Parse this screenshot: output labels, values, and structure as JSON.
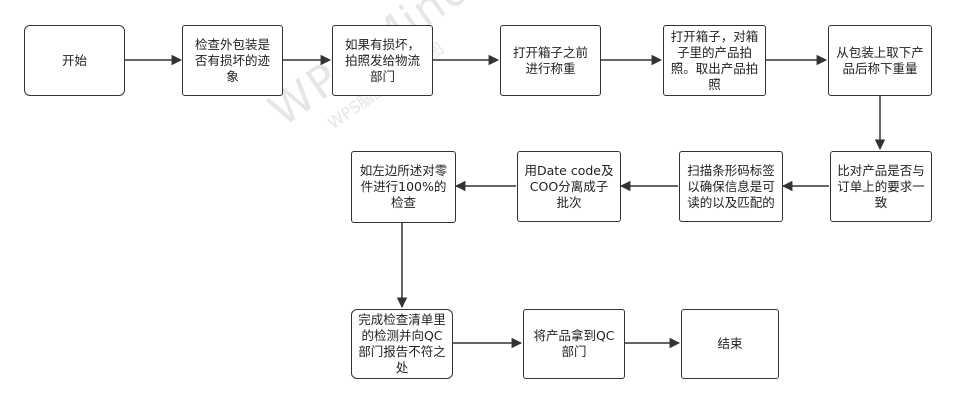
{
  "diagram": {
    "watermark": {
      "main": "WPS Mind",
      "sub": "WPS脑图·思维导图"
    },
    "nodes": {
      "start": "开始",
      "inspect_package": "检查外包装是否有损坏的迹象",
      "photo_damage": "如果有损坏，拍照发给物流部门",
      "weigh_before": "打开箱子之前进行称重",
      "open_box_photo": "打开箱子，对箱子里的产品拍照。取出产品拍照",
      "weigh_after": "从包装上取下产品后称下重量",
      "compare_order": "比对产品是否与订单上的要求一致",
      "scan_barcode": "扫描条形码标签以确保信息是可读的以及匹配的",
      "date_code": "用Date code及COO分离成子批次",
      "full_check": "如左边所述对零件进行100%的检查",
      "checklist_report": "完成检查清单里的检测并向QC部门报告不符之处",
      "to_qc": "将产品拿到QC部门",
      "end": "结束"
    }
  }
}
